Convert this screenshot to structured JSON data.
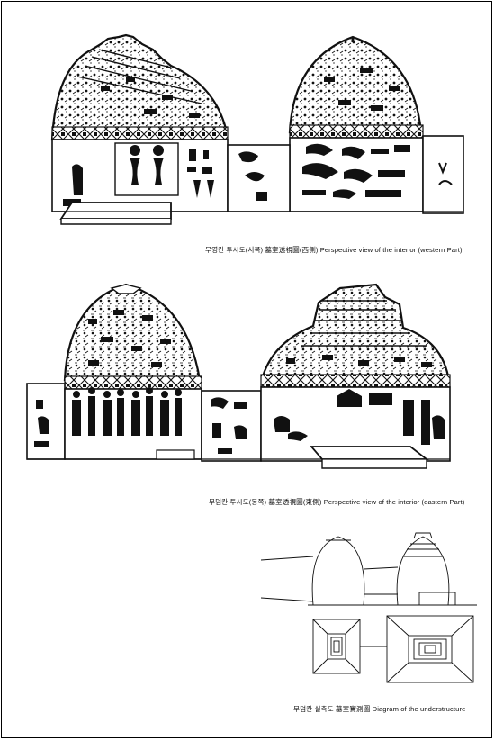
{
  "figures": [
    {
      "caption": "무영칸 투시도(서쪽) 墓室透視圖(西側) Perspective view of the interior (western Part)"
    },
    {
      "caption": "무덤칸 투시도(동쪽) 墓室透視圖(東側) Perspective view of the interior (eastern Part)"
    },
    {
      "caption": "무덤칸 실측도 墓室實測圖 Diagram of the understructure"
    }
  ],
  "colors": {
    "ink": "#111111",
    "paper": "#ffffff",
    "tone": "#555555"
  }
}
